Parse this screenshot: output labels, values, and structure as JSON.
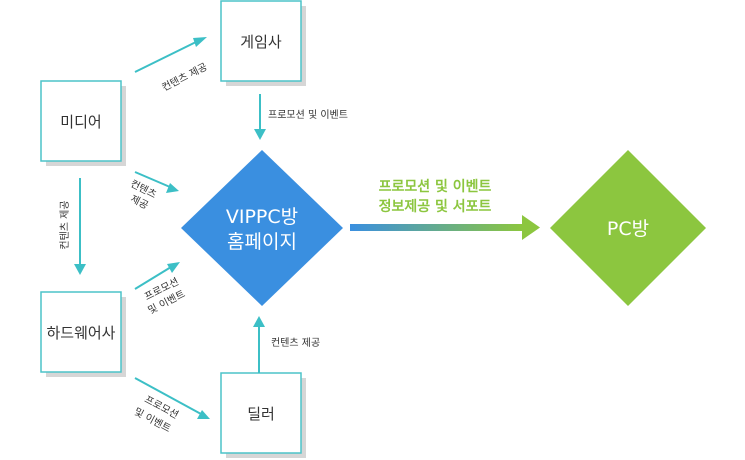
{
  "nodes": {
    "game": {
      "label": "게임사"
    },
    "media": {
      "label": "미디어"
    },
    "hardware": {
      "label": "하드웨어사"
    },
    "dealer": {
      "label": "딜러"
    },
    "vippc": {
      "line1": "VIPPC방",
      "line2": "홈페이지"
    },
    "pcbang": {
      "label": "PC방"
    }
  },
  "edges": {
    "media_to_game": "컨텐츠 제공",
    "game_to_vippc": "프로모션 및 이벤트",
    "media_to_vippc_line1": "컨텐츠",
    "media_to_vippc_line2": "제공",
    "media_to_hardware": "컨텐츠 제공",
    "hardware_to_vippc_line1": "프로모션",
    "hardware_to_vippc_line2": "및 이벤트",
    "hardware_to_dealer_line1": "프로모션",
    "hardware_to_dealer_line2": "및 이벤트",
    "dealer_to_vippc": "컨텐츠 제공",
    "vippc_to_pcbang_line1": "프로모션 및 이벤트",
    "vippc_to_pcbang_line2": "정보제공 및 서포트"
  },
  "colors": {
    "arrow": "#3cbfc6",
    "box_border": "#4cc3c9",
    "box_shadow": "#d0d0d0",
    "vippc": "#3a8fe0",
    "pcbang": "#8cc63f",
    "gradient_start": "#3a8fe0",
    "gradient_end": "#8cc63f"
  }
}
